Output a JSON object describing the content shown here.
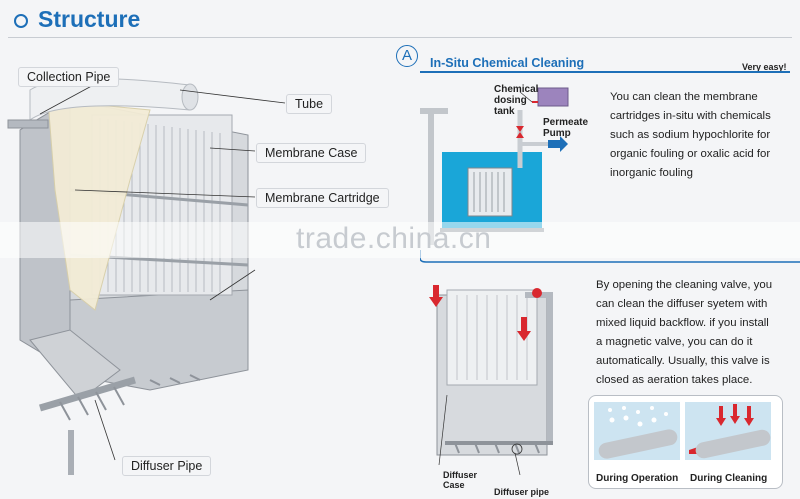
{
  "header": {
    "title": "Structure"
  },
  "left_diagram": {
    "labels": {
      "collection_pipe": "Collection Pipe",
      "tube": "Tube",
      "membrane_case": "Membrane Case",
      "membrane_cartridge": "Membrane Cartridge",
      "diffuser_pipe": "Diffuser Pipe"
    }
  },
  "section_a": {
    "letter": "A",
    "title": "In-Situ Chemical Cleaning",
    "badge": "Very easy!",
    "diagram_labels": {
      "chemical_dosing_tank": [
        "Chemical",
        "dosing",
        "tank"
      ],
      "permeate_pump": [
        "Permeate",
        "Pump"
      ]
    },
    "description_lines": [
      "You can clean the membrane",
      "cartridges in-situ with chemicals",
      "such as sodium hypochlorite for",
      "organic fouling or oxalic acid for",
      "inorganic fouling"
    ]
  },
  "section_b": {
    "description_lines": [
      "By opening the cleaning valve, you",
      "can clean the diffuser syetem with",
      "mixed liquid backflow. if you install",
      "a magnetic valve, you can do it",
      "automatically. Usually, this valve is",
      "closed as aeration takes place."
    ],
    "labels": {
      "diffuser_case": [
        "Diffuser",
        "Case"
      ],
      "diffuser_pipe": "Diffuser pipe",
      "during_operation": "During Operation",
      "during_cleaning": "During Cleaning"
    }
  },
  "watermark": "trade.china.cn",
  "colors": {
    "accent": "#1d6fb8",
    "water": "#1aa6d8",
    "arrow_red": "#d9282f",
    "tank_purple": "#9c84bd"
  }
}
